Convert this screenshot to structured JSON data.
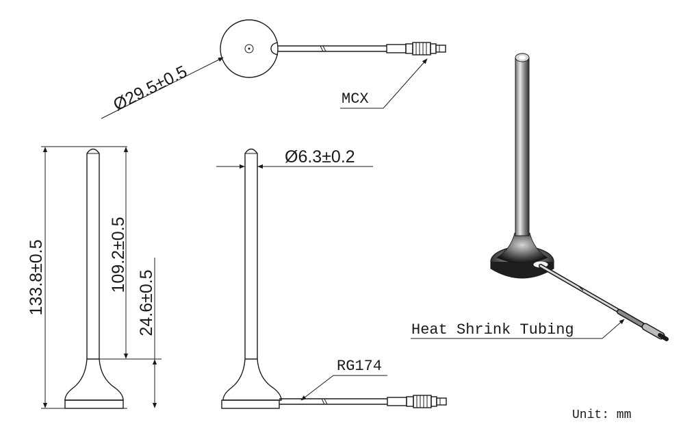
{
  "drawing": {
    "dimensions": {
      "base_diameter": "Ø29.5±0.5",
      "whip_diameter": "Ø6.3±0.2",
      "overall_height": "133.8±0.5",
      "whip_height": "109.2±0.5",
      "base_height": "24.6±0.5"
    },
    "callouts": {
      "connector": "MCX",
      "cable": "RG174",
      "heat_shrink": "Heat Shrink Tubing"
    },
    "unit_label": "Unit: mm",
    "colors": {
      "line": "#1a1a1a",
      "background": "#ffffff"
    }
  }
}
